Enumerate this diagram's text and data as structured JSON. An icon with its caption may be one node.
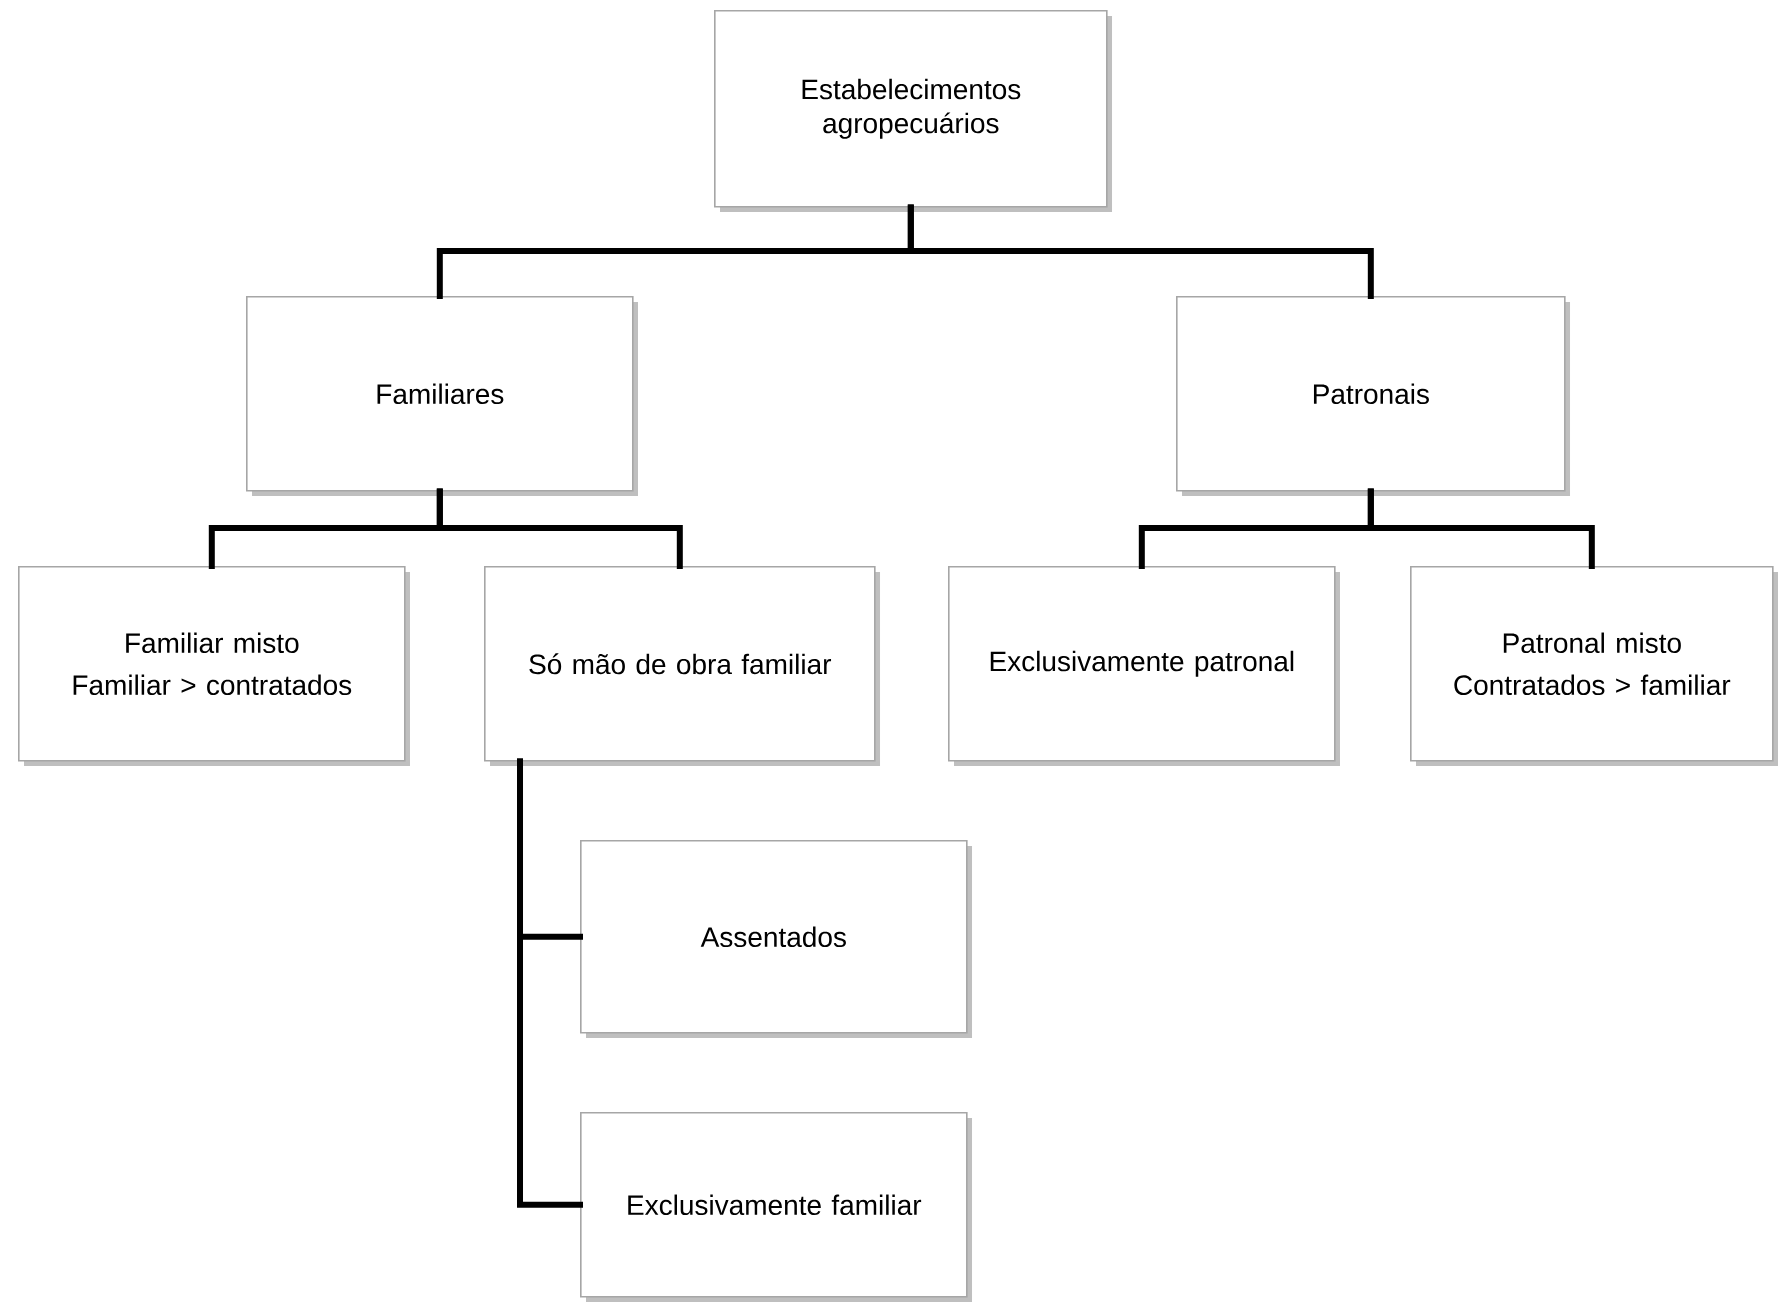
{
  "diagram": {
    "nodes": [
      {
        "text": [
          "Estabelecimentos agropecuários"
        ]
      },
      {
        "text": [
          "Familiares"
        ]
      },
      {
        "text": [
          "Patronais"
        ]
      },
      {
        "text": [
          "Familiar misto",
          "Familiar > contratados"
        ]
      },
      {
        "text": [
          "Só mão de obra familiar"
        ]
      },
      {
        "text": [
          "Exclusivamente patronal"
        ]
      },
      {
        "text": [
          "Patronal misto",
          "Contratados > familiar"
        ]
      },
      {
        "text": [
          "Assentados"
        ]
      },
      {
        "text": [
          "Exclusivamente familiar"
        ]
      }
    ],
    "edges": [
      {
        "from": 0,
        "to": 1,
        "arrow": "none"
      },
      {
        "from": 0,
        "to": 2,
        "arrow": "none"
      },
      {
        "from": 1,
        "to": 3,
        "arrow": "none"
      },
      {
        "from": 1,
        "to": 4,
        "arrow": "none"
      },
      {
        "from": 2,
        "to": 5,
        "arrow": "none"
      },
      {
        "from": 2,
        "to": 6,
        "arrow": "none"
      },
      {
        "from": 4,
        "to": 7,
        "arrow": "none"
      },
      {
        "from": 4,
        "to": 8,
        "arrow": "none"
      }
    ]
  }
}
